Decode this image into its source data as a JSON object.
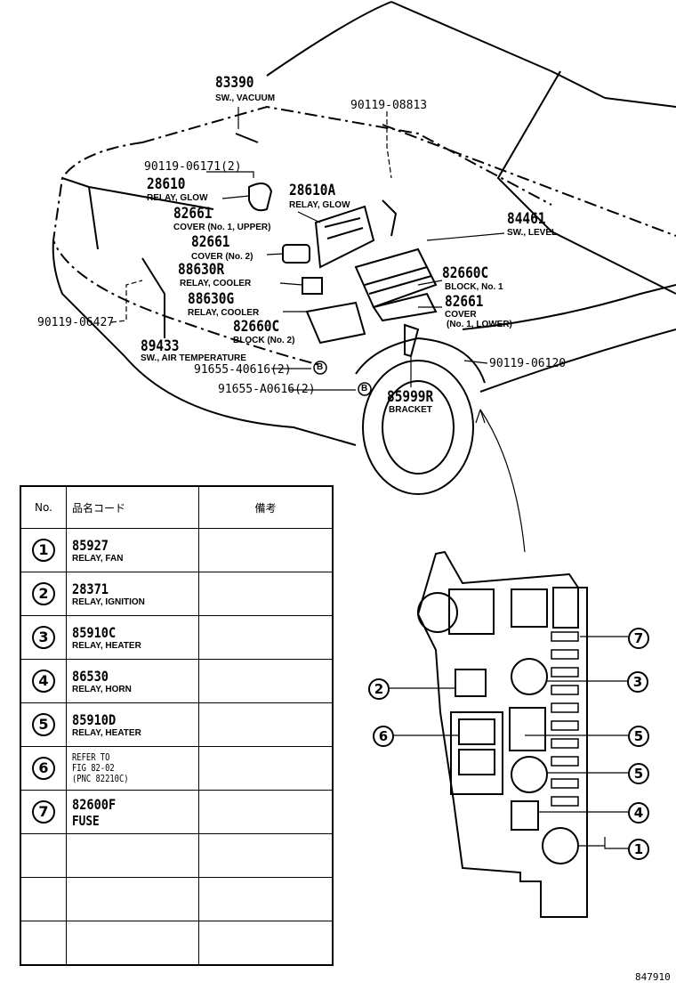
{
  "labels": {
    "sw_vacuum": {
      "code": "83390",
      "name": "SW., VACUUM"
    },
    "bolt_08813": "90119-08813",
    "bolt_06171": "90119-06171(2)",
    "relay_glow": {
      "code": "28610",
      "name": "RELAY, GLOW"
    },
    "relay_glow_a": {
      "code": "28610A",
      "name": "RELAY, GLOW"
    },
    "cover_upper": {
      "code": "82661",
      "name": "COVER (No. 1, UPPER)"
    },
    "cover_no2": {
      "code": "82661",
      "name": "COVER (No. 2)"
    },
    "sw_level": {
      "code": "84461",
      "name": "SW., LEVEL"
    },
    "relay_cooler_r": {
      "code": "88630R",
      "name": "RELAY, COOLER"
    },
    "block_no1": {
      "code": "82660C",
      "name": "BLOCK, No. 1"
    },
    "relay_cooler_g": {
      "code": "88630G",
      "name": "RELAY, COOLER"
    },
    "cover_lower": {
      "code": "82661",
      "name": "COVER",
      "name2": "(No. 1, LOWER)"
    },
    "bolt_06427": "90119-06427",
    "block_no2": {
      "code": "82660C",
      "name": "BLOCK (No. 2)"
    },
    "sw_air_temp": {
      "code": "89433",
      "name": "SW., AIR TEMPERATURE"
    },
    "nut_40616": "91655-40616(2)",
    "nut_a0616": "91655-A0616(2)",
    "bolt_06120": "90119-06120",
    "bracket": {
      "code": "85999R",
      "name": "BRACKET"
    },
    "ref_b": "B",
    "figure_id": "847910"
  },
  "table": {
    "headers": [
      "No.",
      "品名コード",
      "備考"
    ],
    "rows": [
      {
        "no": "1",
        "code": "85927",
        "desc": "RELAY, FAN",
        "note": ""
      },
      {
        "no": "2",
        "code": "28371",
        "desc": "RELAY, IGNITION",
        "note": ""
      },
      {
        "no": "3",
        "code": "85910C",
        "desc": "RELAY, HEATER",
        "note": ""
      },
      {
        "no": "4",
        "code": "86530",
        "desc": "RELAY, HORN",
        "note": ""
      },
      {
        "no": "5",
        "code": "85910D",
        "desc": "RELAY, HEATER",
        "note": ""
      },
      {
        "no": "6",
        "ref": [
          "REFER TO",
          "FIG 82-02",
          "(PNC 82210C)"
        ],
        "note": ""
      },
      {
        "no": "7",
        "code": "82600F",
        "desc": "FUSE",
        "note": ""
      }
    ]
  },
  "callouts": [
    "7",
    "3",
    "2",
    "6",
    "5",
    "5",
    "4",
    "1"
  ]
}
